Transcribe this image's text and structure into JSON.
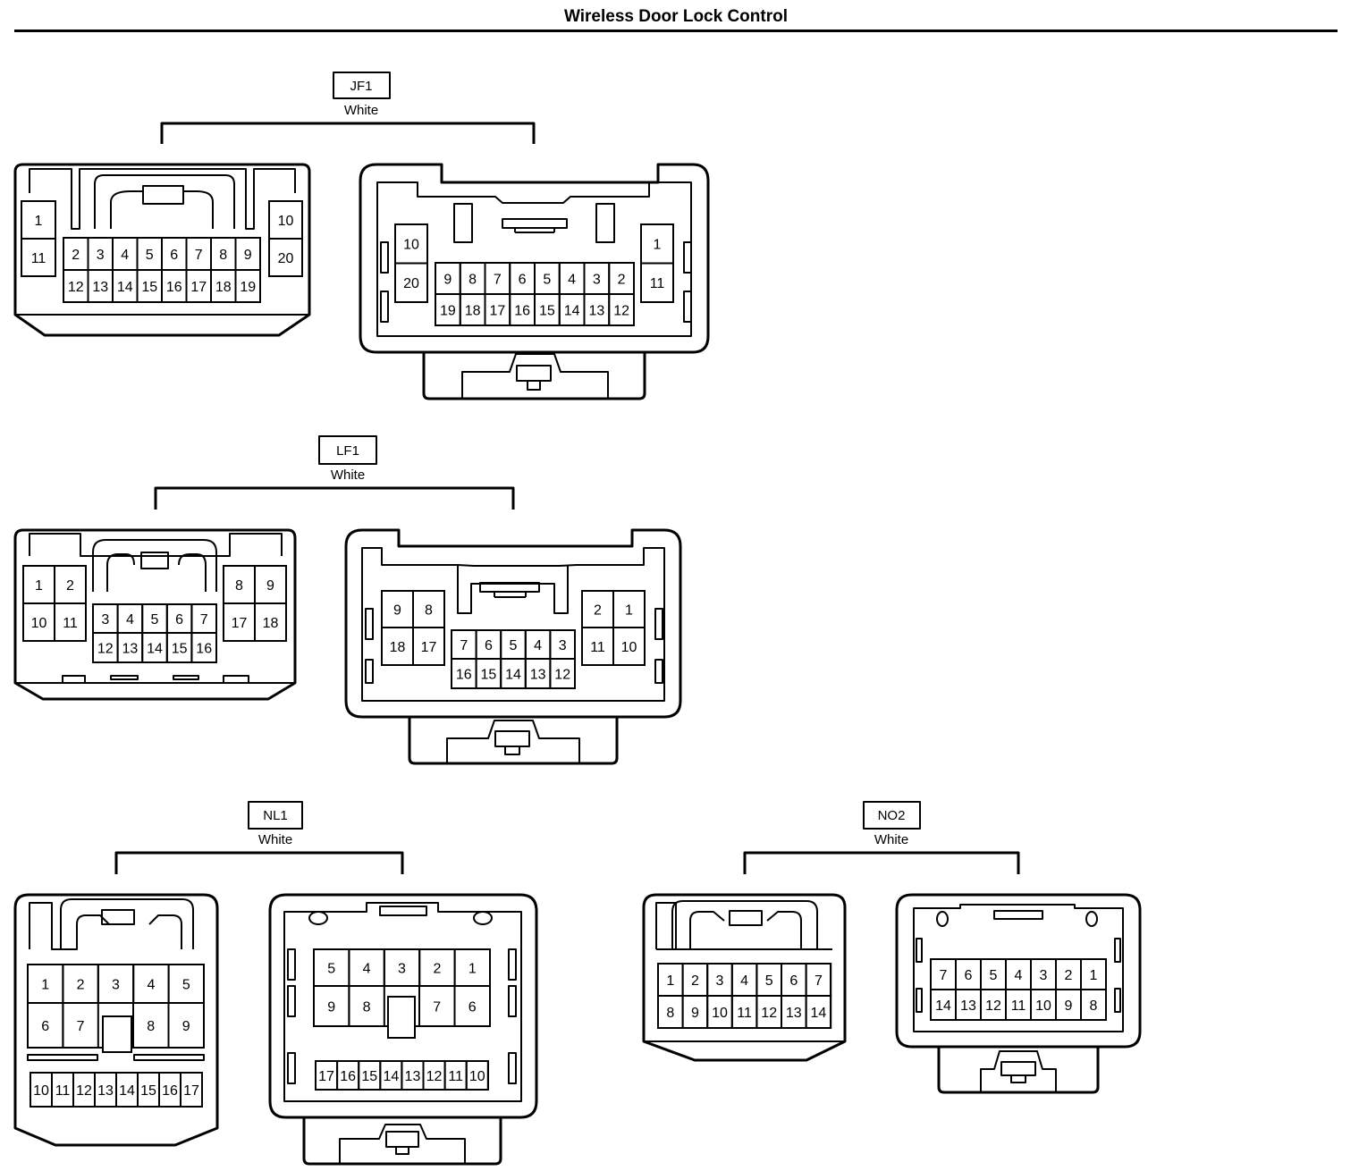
{
  "title": "Wireless Door Lock Control",
  "connectors": [
    {
      "id": "JF1",
      "color": "White",
      "male": {
        "left_column": [
          "1",
          "11"
        ],
        "center_top": [
          "2",
          "3",
          "4",
          "5",
          "6",
          "7",
          "8",
          "9"
        ],
        "center_bottom": [
          "12",
          "13",
          "14",
          "15",
          "16",
          "17",
          "18",
          "19"
        ],
        "right_column": [
          "10",
          "20"
        ]
      },
      "female": {
        "left_column": [
          "10",
          "20"
        ],
        "center_top": [
          "9",
          "8",
          "7",
          "6",
          "5",
          "4",
          "3",
          "2"
        ],
        "center_bottom": [
          "19",
          "18",
          "17",
          "16",
          "15",
          "14",
          "13",
          "12"
        ],
        "right_column": [
          "1",
          "11"
        ]
      }
    },
    {
      "id": "LF1",
      "color": "White",
      "male": {
        "left_block_top": [
          "1",
          "2"
        ],
        "left_block_bottom": [
          "10",
          "11"
        ],
        "center_top": [
          "3",
          "4",
          "5",
          "6",
          "7"
        ],
        "center_bottom": [
          "12",
          "13",
          "14",
          "15",
          "16"
        ],
        "right_block_top": [
          "8",
          "9"
        ],
        "right_block_bottom": [
          "17",
          "18"
        ]
      },
      "female": {
        "left_block_top": [
          "9",
          "8"
        ],
        "left_block_bottom": [
          "18",
          "17"
        ],
        "center_top": [
          "7",
          "6",
          "5",
          "4",
          "3"
        ],
        "center_bottom": [
          "16",
          "15",
          "14",
          "13",
          "12"
        ],
        "right_block_top": [
          "2",
          "1"
        ],
        "right_block_bottom": [
          "11",
          "10"
        ]
      }
    },
    {
      "id": "NL1",
      "color": "White",
      "male": {
        "top_row": [
          "1",
          "2",
          "3",
          "4",
          "5"
        ],
        "middle_row_left": [
          "6",
          "7"
        ],
        "middle_row_right": [
          "8",
          "9"
        ],
        "bottom_row": [
          "10",
          "11",
          "12",
          "13",
          "14",
          "15",
          "16",
          "17"
        ]
      },
      "female": {
        "top_row": [
          "5",
          "4",
          "3",
          "2",
          "1"
        ],
        "middle_row_left": [
          "9",
          "8"
        ],
        "middle_row_right": [
          "7",
          "6"
        ],
        "bottom_row": [
          "17",
          "16",
          "15",
          "14",
          "13",
          "12",
          "11",
          "10"
        ]
      }
    },
    {
      "id": "NO2",
      "color": "White",
      "male": {
        "top_row": [
          "1",
          "2",
          "3",
          "4",
          "5",
          "6",
          "7"
        ],
        "bottom_row": [
          "8",
          "9",
          "10",
          "11",
          "12",
          "13",
          "14"
        ]
      },
      "female": {
        "top_row": [
          "7",
          "6",
          "5",
          "4",
          "3",
          "2",
          "1"
        ],
        "bottom_row": [
          "14",
          "13",
          "12",
          "11",
          "10",
          "9",
          "8"
        ]
      }
    }
  ]
}
